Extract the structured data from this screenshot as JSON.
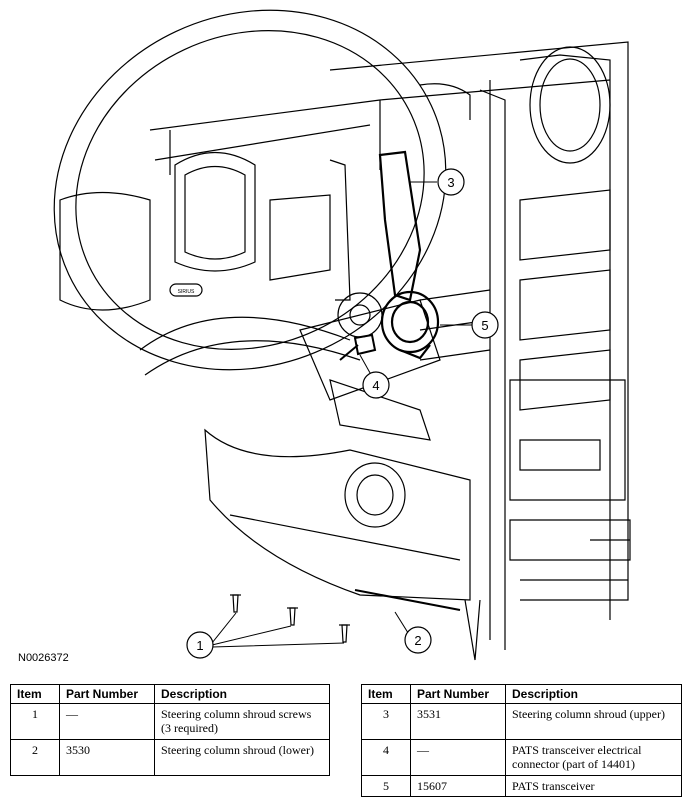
{
  "figure": {
    "id_label": "N0026372",
    "callouts": [
      "1",
      "2",
      "3",
      "4",
      "5"
    ],
    "badge_text": "SIRIUS"
  },
  "table_headers": {
    "item": "Item",
    "part_number": "Part Number",
    "description": "Description"
  },
  "parts_left": [
    {
      "item": "1",
      "part_number": "—",
      "description": "Steering column shroud screws (3 required)"
    },
    {
      "item": "2",
      "part_number": "3530",
      "description": "Steering column shroud (lower)"
    }
  ],
  "parts_right": [
    {
      "item": "3",
      "part_number": "3531",
      "description": "Steering column shroud (upper)"
    },
    {
      "item": "4",
      "part_number": "—",
      "description": "PATS transceiver electrical connector (part of 14401)"
    },
    {
      "item": "5",
      "part_number": "15607",
      "description": "PATS transceiver"
    }
  ]
}
